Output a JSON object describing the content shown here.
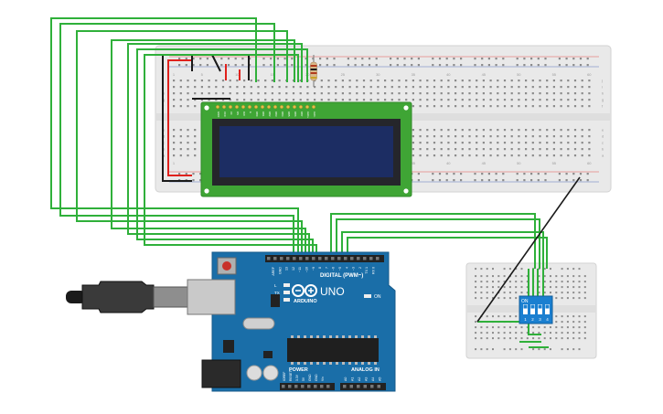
{
  "colors": {
    "breadboard": "#e8e8e8",
    "breadboard_edge": "#cfcfcf",
    "hole": "#8c8c8c",
    "wire_green": "#2fb03a",
    "wire_red": "#e0211c",
    "wire_black": "#1a1a1a",
    "lcd_pcb": "#3fa535",
    "lcd_screen": "#1c2d63",
    "lcd_frame": "#25262b",
    "arduino_blue": "#1a6ea8",
    "dip_switch": "#1a7fd0"
  },
  "breadboard": {
    "column_numbers": [
      "1",
      "5",
      "10",
      "15",
      "20",
      "25",
      "30",
      "35",
      "40",
      "45",
      "50",
      "55",
      "60"
    ],
    "row_letters": [
      "a",
      "b",
      "c",
      "d",
      "e",
      "f",
      "g",
      "h",
      "i",
      "j"
    ]
  },
  "lcd": {
    "pin_labels": [
      "GND",
      "VCC",
      "V0",
      "RS",
      "RW",
      "E",
      "DB0",
      "DB1",
      "DB2",
      "DB3",
      "DB4",
      "DB5",
      "DB6",
      "DB7",
      "LED+",
      "LED-"
    ]
  },
  "arduino": {
    "brand": "ARDUINO",
    "model": "UNO",
    "digital_label": "DIGITAL (PWM~)",
    "power_label": "POWER",
    "analog_label": "ANALOG IN",
    "on_label": "ON",
    "led_labels": [
      "L",
      "TX",
      "RX"
    ],
    "top_pin_labels": [
      "AREF",
      "GND",
      "13",
      "12",
      "~11",
      "~10",
      "~9",
      "8",
      "7",
      "~6",
      "~5",
      "4",
      "~3",
      "2",
      "TX 1",
      "RX 0"
    ],
    "power_pin_labels": [
      "IOREF",
      "RESET",
      "3.3V",
      "5V",
      "GND",
      "GND",
      "Vin"
    ],
    "analog_pin_labels": [
      "A0",
      "A1",
      "A2",
      "A3",
      "A4",
      "A5"
    ]
  },
  "dip_switch": {
    "on_label": "ON",
    "switch_numbers": [
      "1",
      "2",
      "3",
      "4"
    ]
  }
}
